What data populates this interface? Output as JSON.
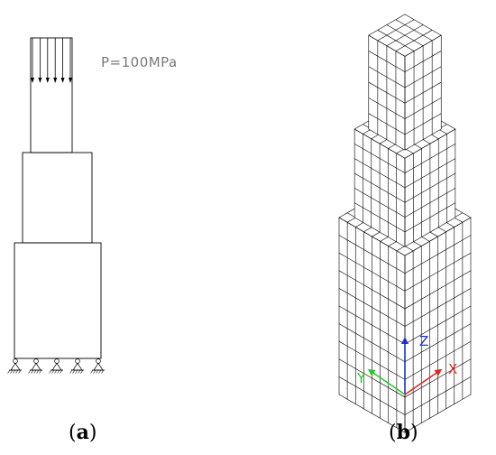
{
  "panel_a": {
    "caption_open": "(",
    "caption_letter": "a",
    "caption_close": ")",
    "load_label": "P=100MPa"
  },
  "panel_b": {
    "caption_open": "(",
    "caption_letter": "b",
    "caption_close": ")",
    "axes": [
      {
        "label": "Z",
        "color": "#1f2fd1"
      },
      {
        "label": "X",
        "color": "#e0261f"
      },
      {
        "label": "Y",
        "color": "#2cc52c"
      }
    ]
  },
  "colors": {
    "outline": "#000000",
    "label_gray": "#7a7a7a"
  }
}
